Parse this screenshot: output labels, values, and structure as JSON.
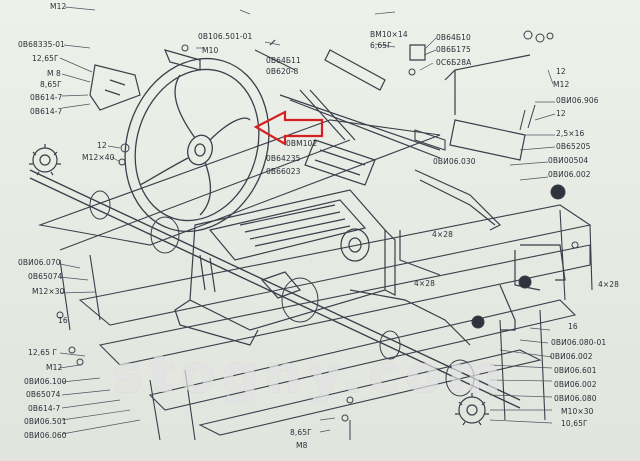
{
  "colors": {
    "line": "#3a3f4a",
    "arrow": "#d62020",
    "paper": "#e9ebe6",
    "watermark": "#ffffff"
  },
  "watermark": "stogny.com",
  "labels": {
    "m12_tl": "M12",
    "ov68335": "0В68335-01",
    "l1265_top": "12,65Г",
    "m8_l": "M 8",
    "l865_l": "8,65Г",
    "ov614_7a": "0В614-7",
    "ov614_7b": "0В614-7",
    "l12_mid": "12",
    "m12x40": "M12×40",
    "ov106_501_01": "0В106.501-01",
    "m10_top": "M10",
    "ov64g11": "0В64Б11",
    "ov620_8": "0В620-8",
    "bm10x14": "ВМ10×14",
    "l65g": "6,65Г",
    "ov64g10": "0В64Б10",
    "ov66175": "0В6Б175",
    "oc6628a": "0С6Б28А",
    "m12_r": "M12",
    "ovi06_906": "0ВИ06.906",
    "l12_r": "12",
    "l25x16": "2,5×16",
    "ov65205": "0В65205",
    "ovi06_030": "0ВИ06.030",
    "ovi00504": "0ВИ00504",
    "ovi06_002_r": "0ВИ06.002",
    "ovm102": "0ВМ102",
    "ov64235": "0В64235",
    "ov66023": "0В66023",
    "l4x28_a": "4×28",
    "l4x28_b": "4×28",
    "l4x28_r": "4×28",
    "ovi06_070": "0ВИ06.070",
    "ov65074_l": "0В65074",
    "m12x30": "M12×30",
    "l16_l": "16",
    "l16_r": "16",
    "l1265_l": "12,65 Г",
    "m12_l2": "M12",
    "ovi06_100": "0ВИ06.100",
    "ov65074_l2": "0В65074",
    "ov614_7c": "0В614-7",
    "ovi06_501": "0ВИ06.501",
    "ovi06_060": "0ВИ06.060",
    "ovi06_080_01": "0ВИ06.080-01",
    "ovi06_002_b": "0ВИ06.002",
    "ovi06_601": "0ВИ06.601",
    "ovi06_002_c": "0ВИ06.002",
    "ovi06_080": "0ВИ06.080",
    "m10x30": "M10×30",
    "l1065g": "10,65Г",
    "l865g_b": "8,65Г",
    "m8_b": "M8"
  }
}
